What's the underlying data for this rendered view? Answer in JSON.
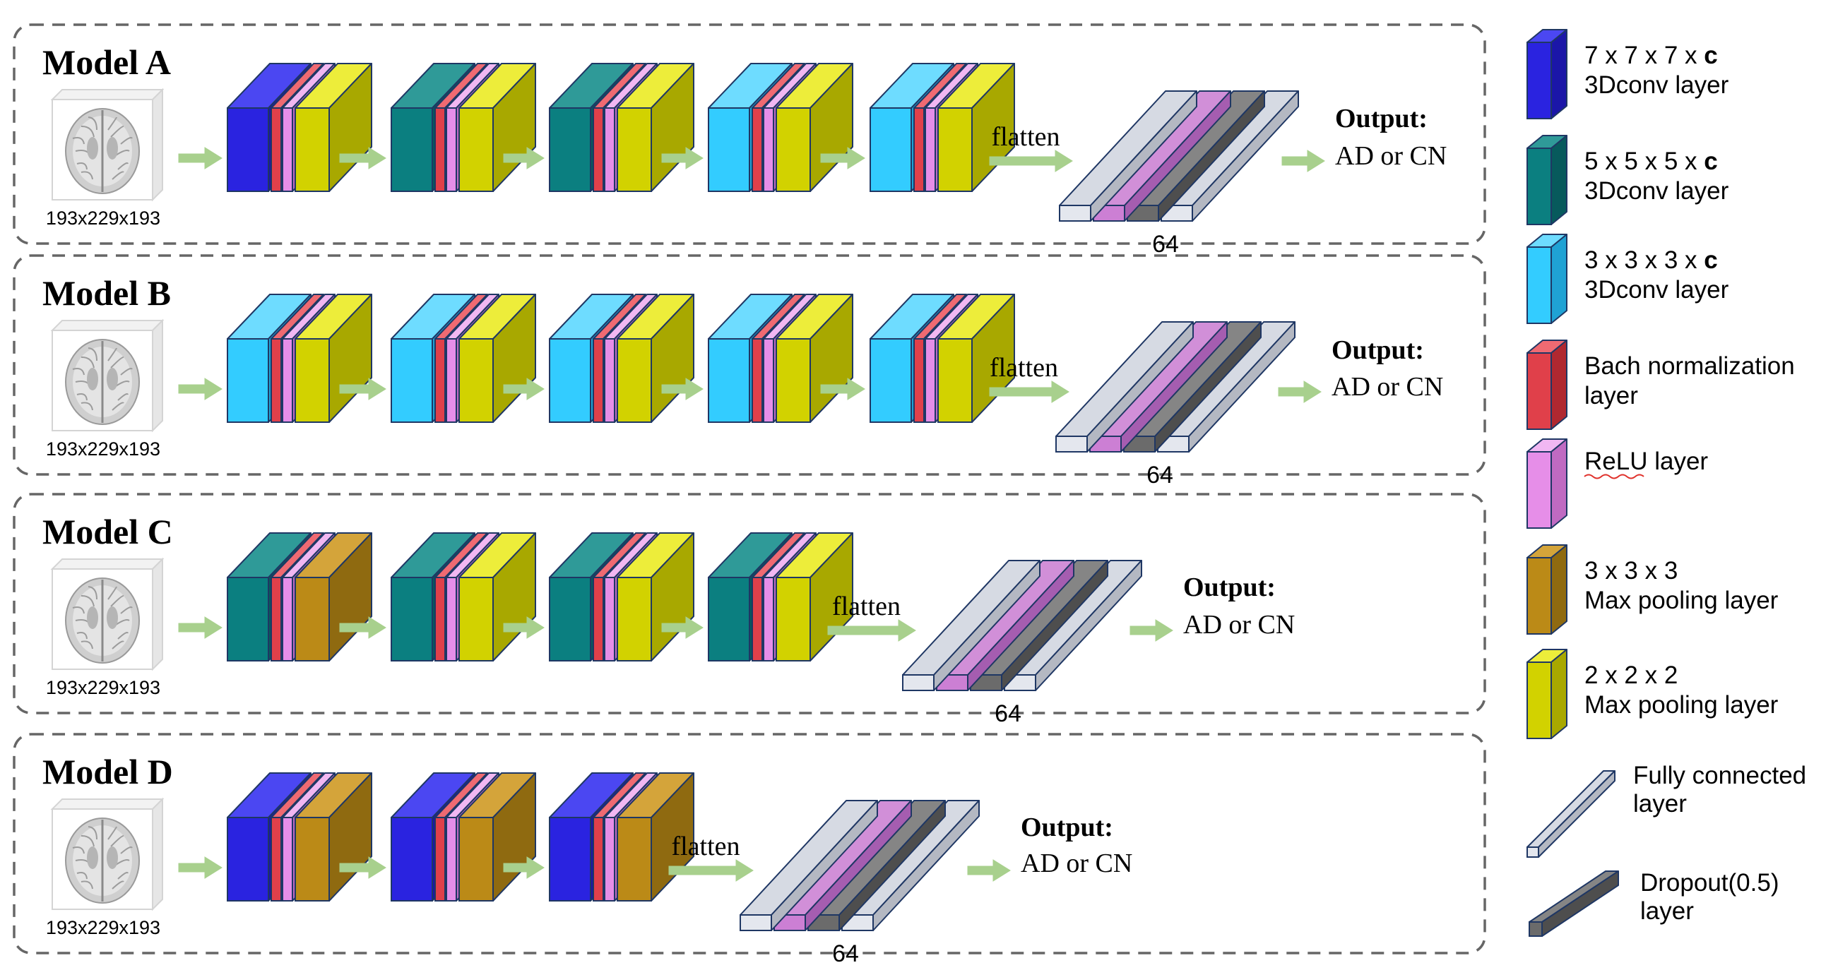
{
  "models": [
    {
      "title": "Model A",
      "input_label": "193x229x193",
      "blocks": [
        [
          "conv7",
          "bn",
          "relu",
          "pool2"
        ],
        [
          "conv5",
          "bn",
          "relu",
          "pool2"
        ],
        [
          "conv5",
          "bn",
          "relu",
          "pool2"
        ],
        [
          "conv3",
          "bn",
          "relu",
          "pool2"
        ],
        [
          "conv3",
          "bn",
          "relu",
          "pool2"
        ]
      ],
      "flatten_label": "flatten",
      "fc_stack": [
        "fc",
        "relu",
        "dropout",
        "fc"
      ],
      "fc_label": "64",
      "output_title": "Output:",
      "output_text": "AD or CN"
    },
    {
      "title": "Model B",
      "input_label": "193x229x193",
      "blocks": [
        [
          "conv3",
          "bn",
          "relu",
          "pool2"
        ],
        [
          "conv3",
          "bn",
          "relu",
          "pool2"
        ],
        [
          "conv3",
          "bn",
          "relu",
          "pool2"
        ],
        [
          "conv3",
          "bn",
          "relu",
          "pool2"
        ],
        [
          "conv3",
          "bn",
          "relu",
          "pool2"
        ]
      ],
      "flatten_label": "flatten",
      "fc_stack": [
        "fc",
        "relu",
        "dropout",
        "fc"
      ],
      "fc_label": "64",
      "output_title": "Output:",
      "output_text": "AD or CN"
    },
    {
      "title": "Model C",
      "input_label": "193x229x193",
      "blocks": [
        [
          "conv5",
          "bn",
          "relu",
          "pool3"
        ],
        [
          "conv5",
          "bn",
          "relu",
          "pool2"
        ],
        [
          "conv5",
          "bn",
          "relu",
          "pool2"
        ],
        [
          "conv5",
          "bn",
          "relu",
          "pool2"
        ]
      ],
      "flatten_label": "flatten",
      "fc_stack": [
        "fc",
        "relu",
        "dropout",
        "fc"
      ],
      "fc_label": "64",
      "output_title": "Output:",
      "output_text": "AD or CN"
    },
    {
      "title": "Model D",
      "input_label": "193x229x193",
      "blocks": [
        [
          "conv7",
          "bn",
          "relu",
          "pool3"
        ],
        [
          "conv7",
          "bn",
          "relu",
          "pool3"
        ],
        [
          "conv7",
          "bn",
          "relu",
          "pool3"
        ]
      ],
      "flatten_label": "flatten",
      "fc_stack": [
        "fc",
        "relu",
        "dropout",
        "fc"
      ],
      "fc_label": "64",
      "output_title": "Output:",
      "output_text": "AD or CN"
    }
  ],
  "legend": [
    {
      "type": "conv7",
      "line1": "7 x 7 x 7 x ",
      "line1_bold": "c",
      "line2": "3Dconv layer"
    },
    {
      "type": "conv5",
      "line1": "5 x 5 x 5 x ",
      "line1_bold": "c",
      "line2": "3Dconv layer"
    },
    {
      "type": "conv3",
      "line1": "3 x 3 x 3 x ",
      "line1_bold": "c",
      "line2": "3Dconv layer"
    },
    {
      "type": "bn",
      "line1": "Bach normalization",
      "line1_bold": "",
      "line2": "layer"
    },
    {
      "type": "relu",
      "line1": "ReLU layer",
      "line1_bold": "",
      "line2": ""
    },
    {
      "type": "pool3",
      "line1": "3 x 3 x 3",
      "line1_bold": "",
      "line2": "Max pooling layer"
    },
    {
      "type": "pool2",
      "line1": "2 x 2 x 2",
      "line1_bold": "",
      "line2": "Max pooling layer"
    },
    {
      "type": "fc",
      "line1": "Fully connected",
      "line1_bold": "",
      "line2": "layer"
    },
    {
      "type": "dropout",
      "line1": "Dropout(0.5)",
      "line1_bold": "",
      "line2": "layer"
    }
  ],
  "colors": {
    "conv7": {
      "front": "#2a23e0",
      "top": "#4b47f2",
      "side": "#1b16a8"
    },
    "conv5": {
      "front": "#0b7f80",
      "top": "#2f9a98",
      "side": "#075a5c"
    },
    "conv3": {
      "front": "#33ccff",
      "top": "#6edcff",
      "side": "#1fa2d4"
    },
    "bn": {
      "front": "#e0404a",
      "top": "#ef6a72",
      "side": "#b02830"
    },
    "relu": {
      "front": "#e68ee8",
      "top": "#f1b7f2",
      "side": "#c06ac2"
    },
    "pool3": {
      "front": "#bb8a17",
      "top": "#d4a43a",
      "side": "#8f6a10"
    },
    "pool2": {
      "front": "#d2d200",
      "top": "#eded3a",
      "side": "#a8a800"
    },
    "fc": {
      "front": "#e4e7ee",
      "top": "#d6dae3",
      "side": "#b4b8c2"
    },
    "dropout": {
      "front": "#6b6b6b",
      "top": "#858585",
      "side": "#4e4e4e"
    },
    "fcrelu": {
      "front": "#cc7fd4",
      "top": "#d18fd8",
      "side": "#a55db0"
    },
    "arrow": "#a8d08d",
    "outline": "#1f3764",
    "frame": "#666666"
  },
  "legend_misspelling_underline": "ReLU"
}
